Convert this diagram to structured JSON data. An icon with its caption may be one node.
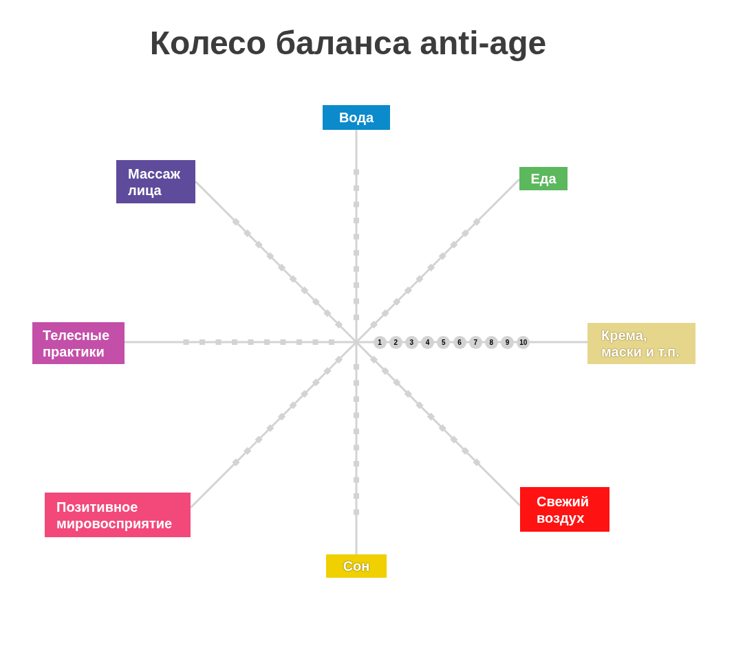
{
  "diagram": {
    "title": "Колесо баланса anti-age",
    "nodes": [
      {
        "text": [
          "Вода"
        ]
      },
      {
        "text": [
          "Массаж лица"
        ]
      },
      {
        "text": [
          "Еда"
        ]
      },
      {
        "text": [
          "Телесные практики"
        ]
      },
      {
        "text": [
          "Крема, маски и т.п."
        ]
      },
      {
        "text": [
          "Позитивное мировосприятие"
        ]
      },
      {
        "text": [
          "Свежий воздух"
        ]
      },
      {
        "text": [
          "Сон"
        ]
      }
    ],
    "edges": [
      {
        "from": 0,
        "to": 7,
        "arrow": "none"
      },
      {
        "from": 1,
        "to": 6,
        "arrow": "none"
      },
      {
        "from": 2,
        "to": 5,
        "arrow": "none"
      },
      {
        "from": 3,
        "to": 4,
        "arrow": "none"
      }
    ],
    "labels": [
      "1",
      "2",
      "3",
      "4",
      "5",
      "6",
      "7",
      "8",
      "9",
      "10"
    ]
  }
}
